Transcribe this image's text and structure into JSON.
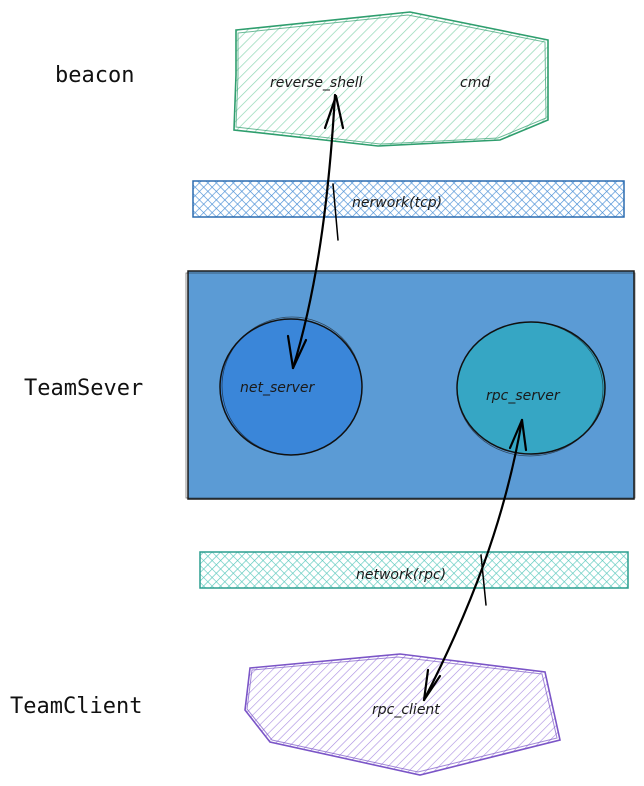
{
  "layers": {
    "beacon": "beacon",
    "teamserver": "TeamSever",
    "teamclient": "TeamClient"
  },
  "nodes": {
    "reverse_shell": "reverse_shell",
    "cmd": "cmd",
    "net_server": "net_server",
    "rpc_server": "rpc_server",
    "rpc_client": "rpc_client"
  },
  "links": {
    "tcp": "nerwork(tcp)",
    "rpc": "network(rpc)"
  },
  "colors": {
    "beacon_stroke": "#2f9e6e",
    "beacon_hatch": "#8fd6b4",
    "tcp_stroke": "#2b6cb0",
    "tcp_hatch": "#5b9bd8",
    "teamserver_fill": "#5b9bd5",
    "net_server_fill": "#3a86d9",
    "rpc_server_fill": "#36a6c4",
    "rpc_hatch": "#5cc9bd",
    "client_stroke": "#7b55c7",
    "client_hatch": "#a78be0"
  }
}
